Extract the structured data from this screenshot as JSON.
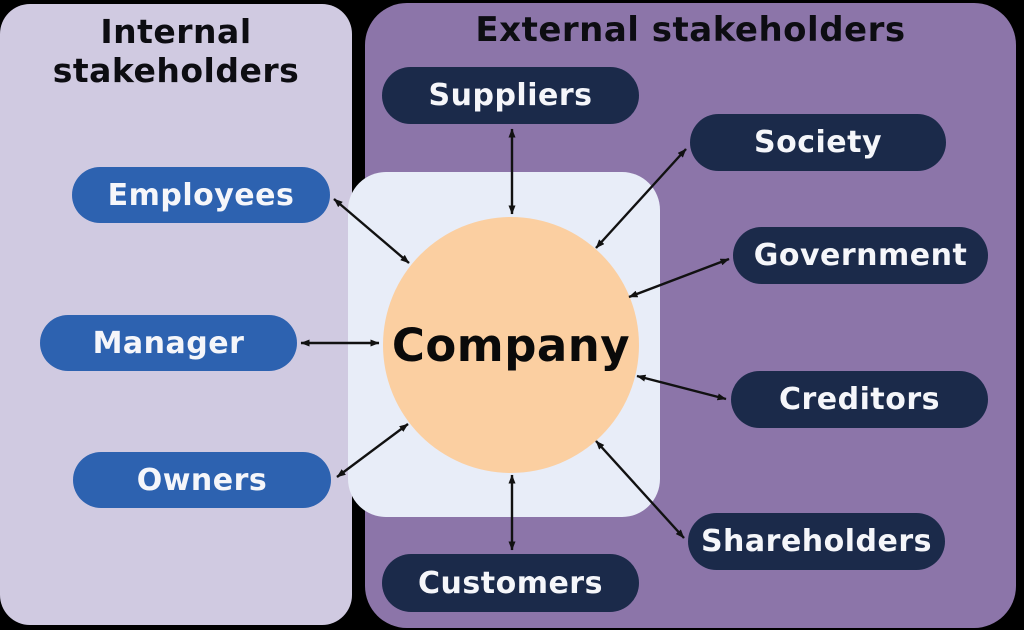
{
  "internal": {
    "title": "Internal stakeholders",
    "items": [
      {
        "label": "Employees"
      },
      {
        "label": "Manager"
      },
      {
        "label": "Owners"
      }
    ]
  },
  "external": {
    "title": "External stakeholders",
    "items": [
      {
        "label": "Suppliers"
      },
      {
        "label": "Society"
      },
      {
        "label": "Government"
      },
      {
        "label": "Creditors"
      },
      {
        "label": "Shareholders"
      },
      {
        "label": "Customers"
      }
    ]
  },
  "company": {
    "label": "Company"
  },
  "colors": {
    "background": "#000000",
    "internal_panel": "#d0cae1",
    "external_panel": "#8c75a9",
    "company_box": "#e8edf8",
    "company_circle": "#fbcfa1",
    "internal_pill": "#2d62b0",
    "external_pill": "#1b2a4a",
    "pill_text": "#f5f6fa",
    "title_text": "#0d0d12",
    "arrow": "#111111"
  }
}
